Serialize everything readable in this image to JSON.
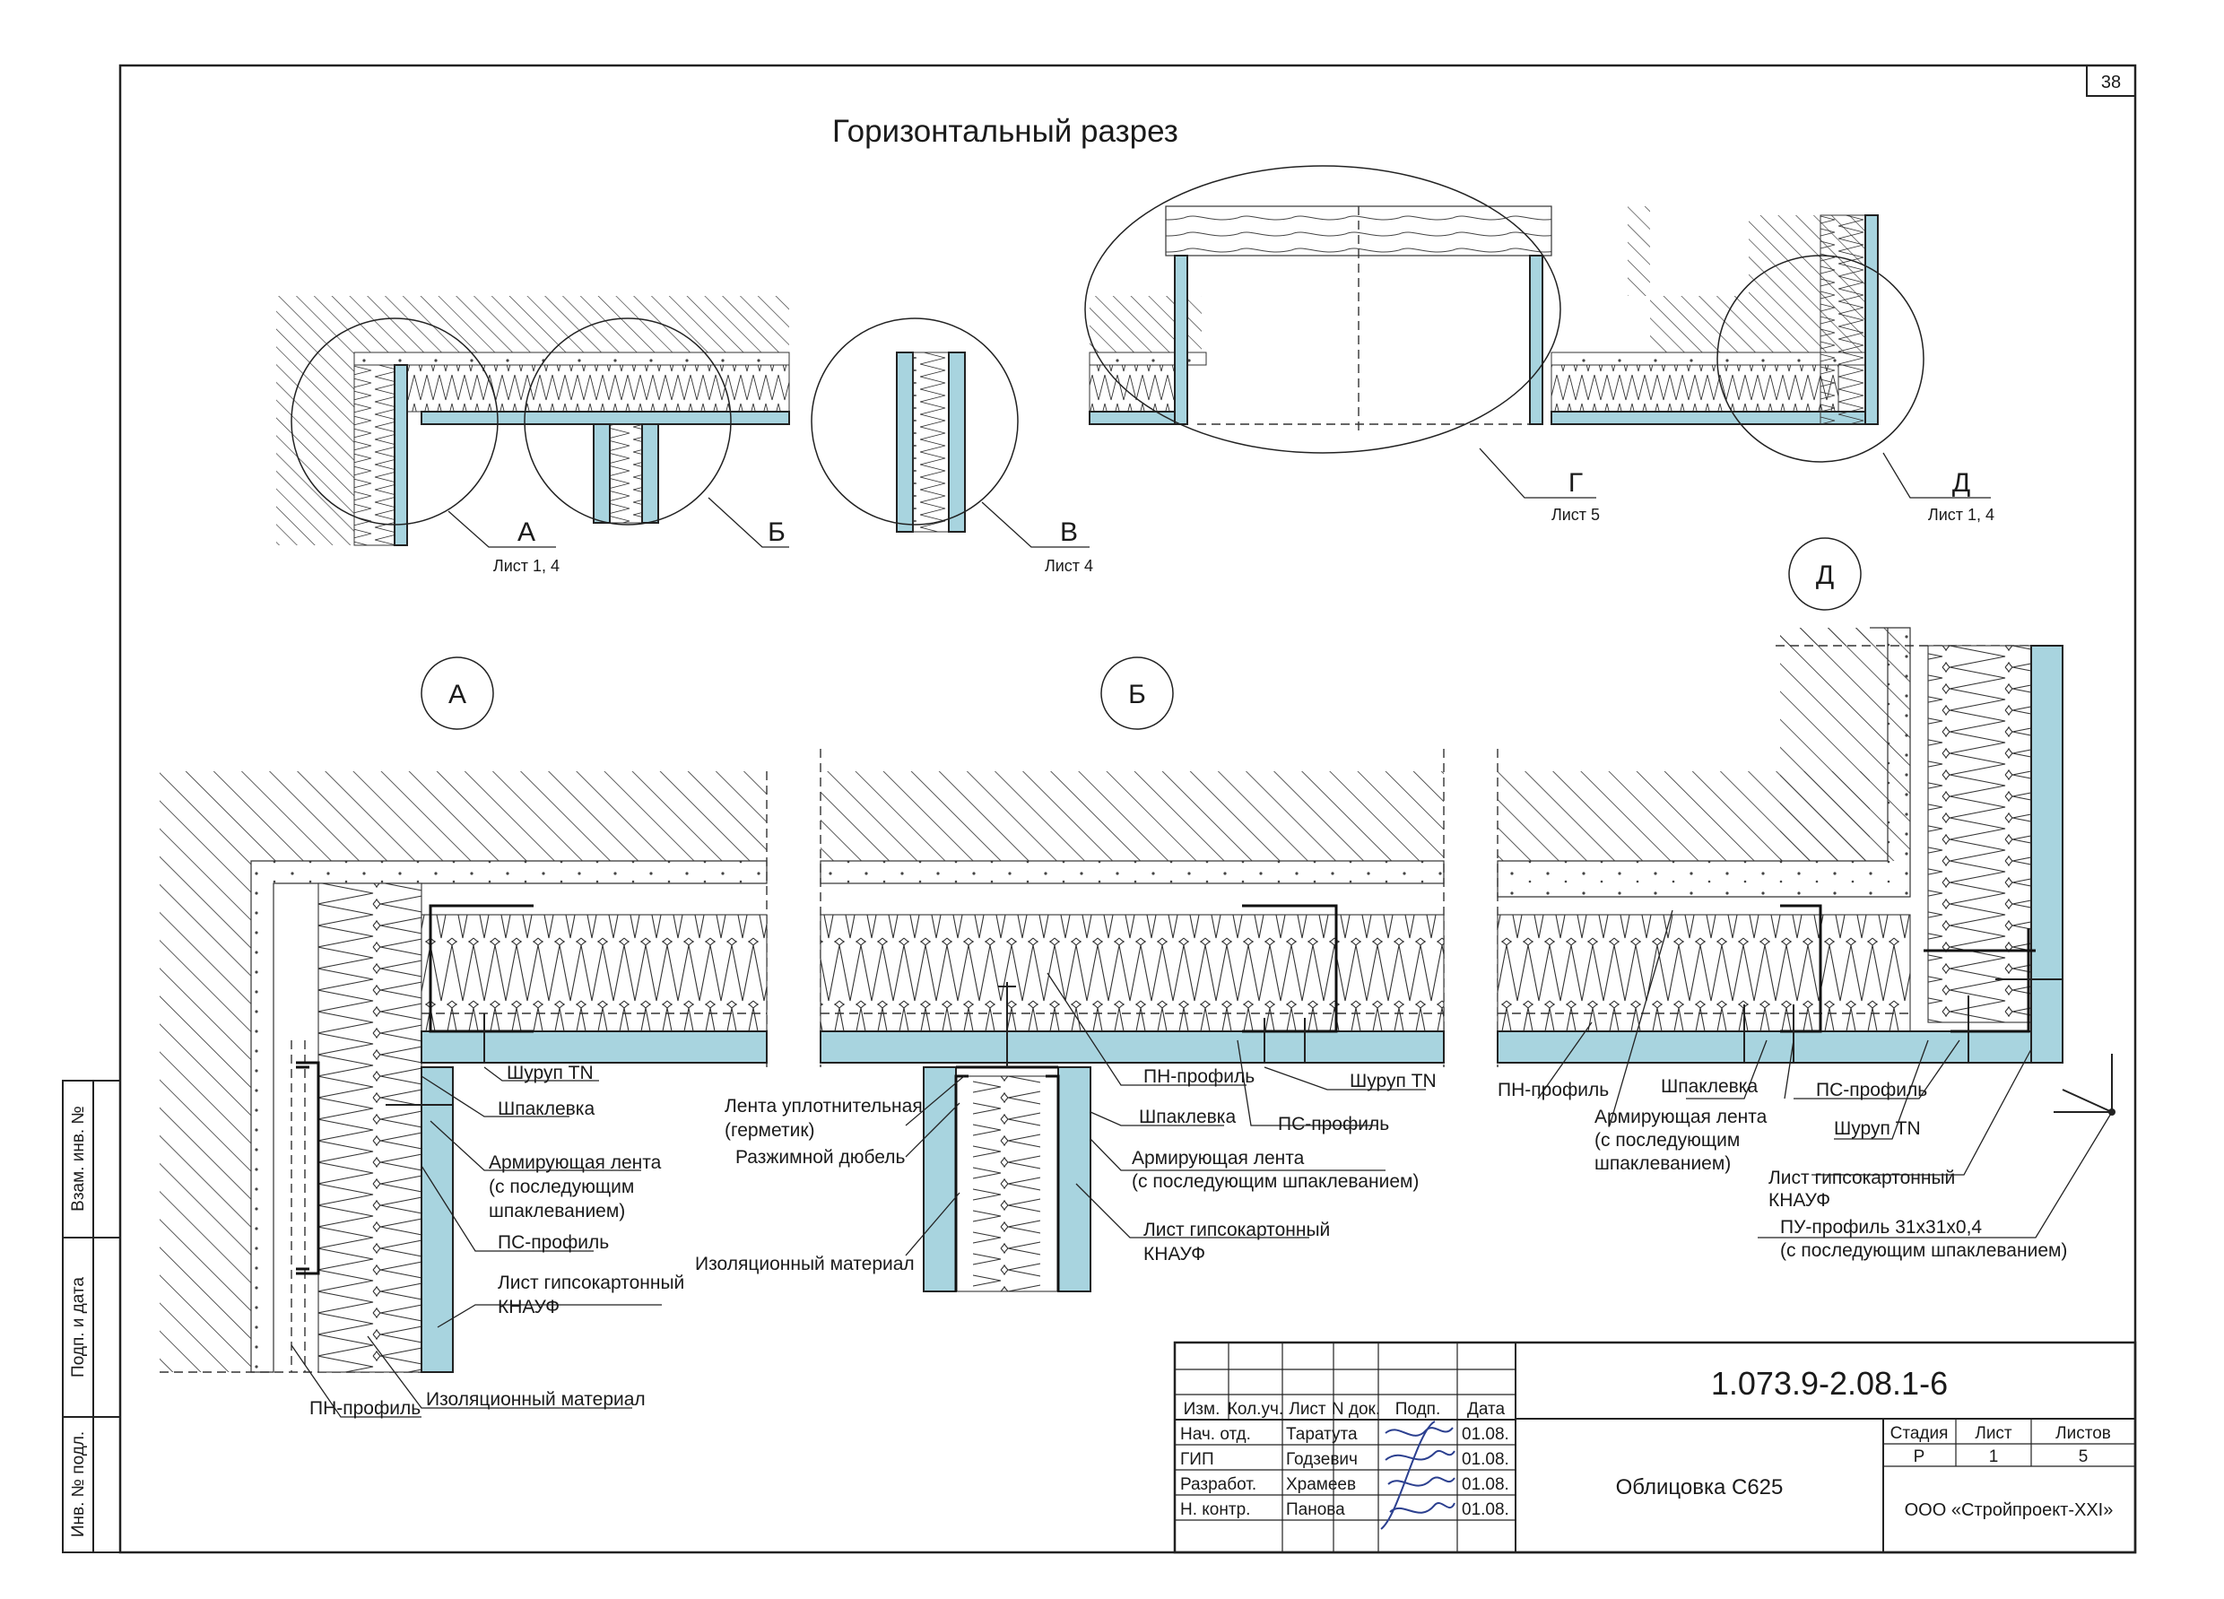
{
  "sheet": {
    "page_number": "38",
    "title": "Горизонтальный разрез",
    "side_stamp": [
      "Взам. инв. №",
      "Подп. и дата",
      "Инв. № подл."
    ]
  },
  "overview": {
    "callouts": [
      {
        "letter": "А",
        "sheet_ref": "Лист 1, 4"
      },
      {
        "letter": "Б",
        "sheet_ref": ""
      },
      {
        "letter": "В",
        "sheet_ref": "Лист 4"
      },
      {
        "letter": "Г",
        "sheet_ref": "Лист 5"
      },
      {
        "letter": "Д",
        "sheet_ref": "Лист 1, 4"
      }
    ]
  },
  "details": {
    "a": {
      "marker": "А",
      "labels": {
        "screw": "Шуруп TN",
        "putty": "Шпаклевка",
        "tape_1": "Армирующая лента",
        "tape_2": "(с последующим",
        "tape_3": "шпаклеванием)",
        "ps_profile": "ПС-профиль",
        "board_1": "Лист гипсокартонный",
        "board_2": "КНАУФ",
        "pn_profile": "ПН-профиль",
        "insulation": "Изоляционный материал"
      }
    },
    "b": {
      "marker": "Б",
      "labels": {
        "seal_1": "Лента уплотнительная",
        "seal_2": "(герметик)",
        "dowel": "Разжимной дюбель",
        "insulation": "Изоляционный материал",
        "pn_profile": "ПН-профиль",
        "screw": "Шуруп TN",
        "putty": "Шпаклевка",
        "ps_profile": "ПС-профиль",
        "tape_1": "Армирующая лента",
        "tape_2": "(с последующим шпаклеванием)",
        "board_1": "Лист гипсокартонный",
        "board_2": "КНАУФ"
      }
    },
    "d": {
      "marker": "Д",
      "labels": {
        "pn_profile": "ПН-профиль",
        "putty": "Шпаклевка",
        "tape_1": "Армирующая лента",
        "tape_2": "(с последующим",
        "tape_3": "шпаклеванием)",
        "ps_profile": "ПС-профиль",
        "screw": "Шуруп TN",
        "board_1": "Лист гипсокартонный",
        "board_2": "КНАУФ",
        "pu_1": "ПУ-профиль 31х31х0,4",
        "pu_2": "(с последующим шпаклеванием)"
      }
    }
  },
  "title_block": {
    "doc_code": "1.073.9-2.08.1-6",
    "description": "Облицовка С625",
    "org": "ООО «Стройпроект-XXI»",
    "headers": [
      "Изм.",
      "Кол.уч.",
      "Лист",
      "N док.",
      "Подп.",
      "Дата"
    ],
    "rows": [
      {
        "role": "Нач. отд.",
        "name": "Таратута",
        "date": "01.08."
      },
      {
        "role": "ГИП",
        "name": "Годзевич",
        "date": "01.08."
      },
      {
        "role": "Разработ.",
        "name": "Храмеев",
        "date": "01.08."
      },
      {
        "role": "Н. контр.",
        "name": "Панова",
        "date": "01.08."
      }
    ],
    "stage_header": "Стадия",
    "sheet_header": "Лист",
    "sheets_header": "Листов",
    "stage": "Р",
    "sheet": "1",
    "sheets": "5"
  },
  "colors": {
    "board": "#a8d4df",
    "line": "#222222",
    "signature": "#2b3f8f"
  }
}
